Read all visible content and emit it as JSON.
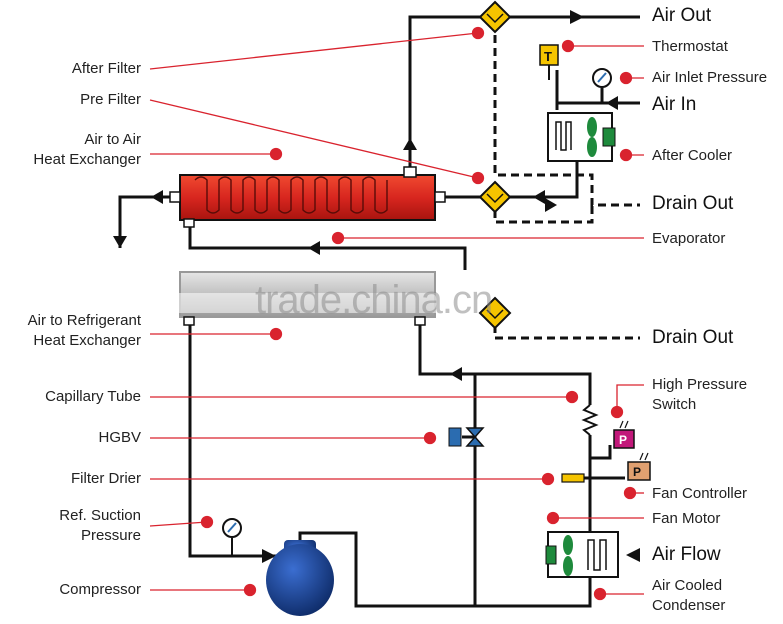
{
  "labels_left": {
    "after_filter": "After Filter",
    "pre_filter": "Pre Filter",
    "air_to_air_1": "Air to Air",
    "air_to_air_2": "Heat Exchanger",
    "air_to_ref_1": "Air to Refrigerant",
    "air_to_ref_2": "Heat Exchanger",
    "capillary": "Capillary Tube",
    "hgbv": "HGBV",
    "filter_drier": "Filter Drier",
    "ref_suction_1": "Ref. Suction",
    "ref_suction_2": "Pressure",
    "compressor": "Compressor"
  },
  "labels_right": {
    "air_out": "Air Out",
    "thermostat": "Thermostat",
    "air_inlet_pressure": "Air Inlet Pressure",
    "air_in": "Air In",
    "after_cooler": "After Cooler",
    "drain_out_1": "Drain Out",
    "evaporator": "Evaporator",
    "drain_out_2": "Drain Out",
    "high_pressure_1": "High Pressure",
    "high_pressure_2": "Switch",
    "fan_controller": "Fan Controller",
    "fan_motor": "Fan Motor",
    "air_flow": "Air Flow",
    "air_cooled_1": "Air Cooled",
    "air_cooled_2": "Condenser"
  },
  "symbols": {
    "thermostat_letter": "T",
    "pressure_letter": "P"
  },
  "watermark": "trade.china.cn",
  "colors": {
    "pipe": "#111111",
    "leader": "#d9232e",
    "dot": "#d9232e",
    "hot_exchanger": "#d8261f",
    "cold_exchanger": "#b8b8b8",
    "filter": "#f5c400",
    "cooler_green": "#1e8a3c",
    "compressor": "#1a3f8a",
    "hgbv": "#2b6cb0",
    "switch_magenta": "#c2187a",
    "fan_ctrl": "#e0a070"
  }
}
